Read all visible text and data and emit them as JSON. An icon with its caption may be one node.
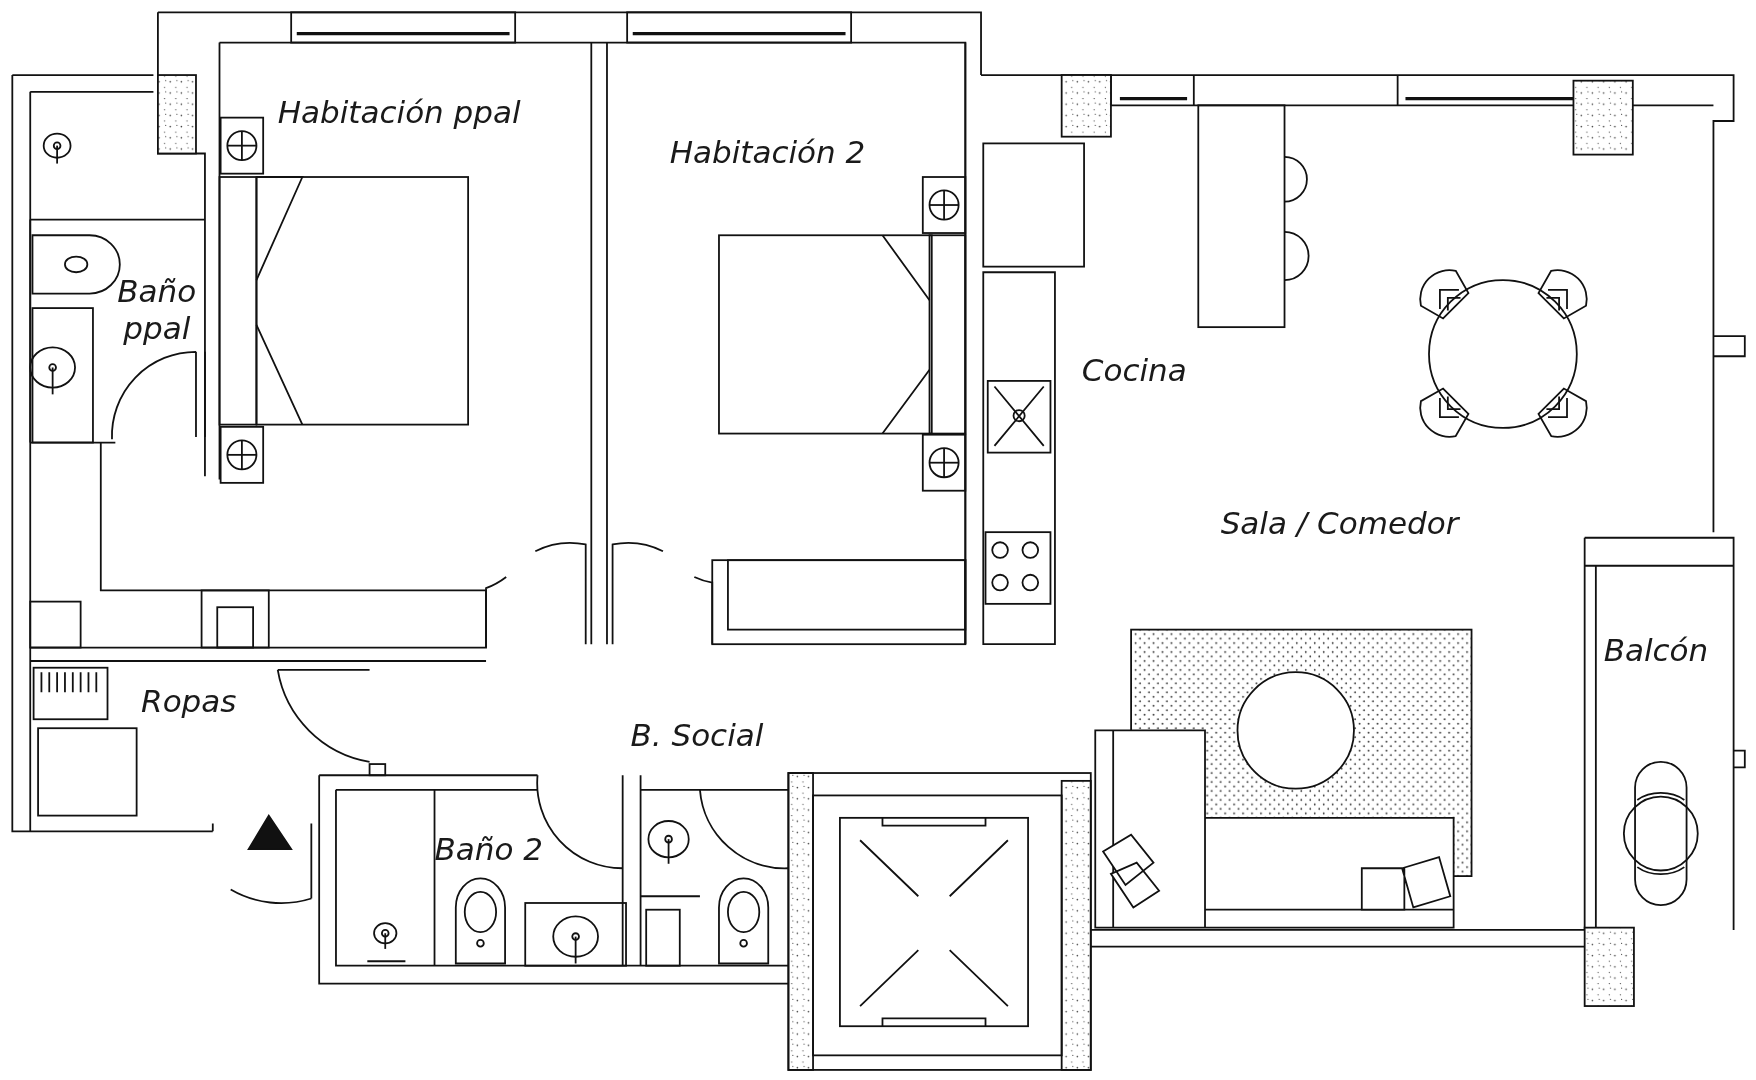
{
  "diagram": {
    "labels": [
      "Habitación ppal",
      "Habitación 2",
      "Baño ppal",
      "Cocina",
      "Sala / Comedor",
      "Balcón",
      "Ropas",
      "B. Social",
      "Baño 2"
    ]
  }
}
